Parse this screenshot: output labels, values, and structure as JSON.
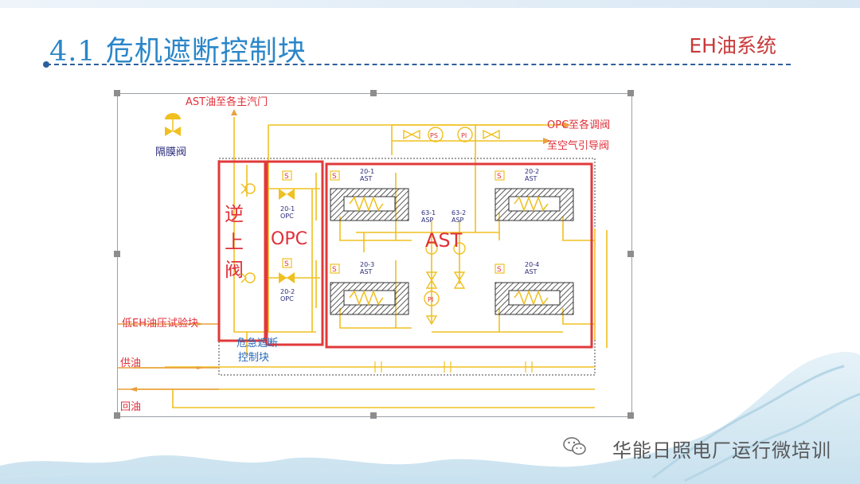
{
  "slide": {
    "title": "4.1 危机遮断控制块",
    "section_label": "EH油系统"
  },
  "diagram": {
    "labels": {
      "ast_to_main_valves": "AST油至各主汽门",
      "diaphragm_valve": "隔膜阀",
      "opc_to_gov_valves": "OPC至各调阀",
      "to_air_pilot_valve": "至空气引导阀",
      "check_valve": "逆\n上\n阀",
      "opc_block": "OPC",
      "ast_block": "AST",
      "low_eh_test_block": "低EH油压试验块",
      "emergency_trip_block": "危急遮断\n控制块",
      "supply_oil": "供油",
      "return_oil": "回油"
    },
    "valve_tags": {
      "opc_1": "20-1\nOPC",
      "opc_2": "20-2\nOPC",
      "ast_1": "20-1\nAST",
      "ast_2": "20-2\nAST",
      "ast_3": "20-3\nAST",
      "ast_4": "20-4\nAST",
      "asp_1": "63-1\nASP",
      "asp_2": "63-2\nASP",
      "solenoid": "S",
      "pressure_switch": "PS",
      "pressure_gauge": "PI"
    },
    "colors": {
      "pipe": "#f0c020",
      "highlight_box": "#e03a3a",
      "label": "#e0303a",
      "dark_label": "#2a2a7a",
      "hatch": "#333333"
    }
  },
  "watermark": {
    "text": "华能日照电厂运行微培训"
  }
}
